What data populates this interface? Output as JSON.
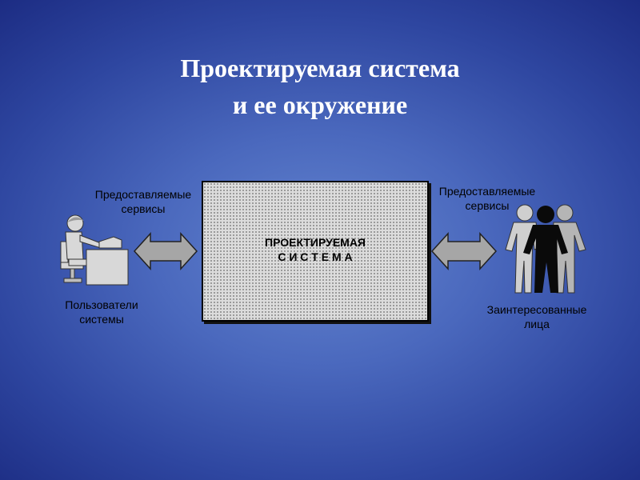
{
  "slide": {
    "title_line1": "Проектируемая система",
    "title_line2": "и ее окружение"
  },
  "diagram": {
    "system_line1": "ПРОЕКТИРУЕМАЯ",
    "system_line2": "С И С Т Е М А",
    "left_services_line1": "Предоставляемые",
    "left_services_line2": "сервисы",
    "right_services_line1": "Предоставляемые",
    "right_services_line2": "сервисы",
    "users_line1": "Пользователи",
    "users_line2": "системы",
    "stakeholders_line1": "Заинтересованные",
    "stakeholders_line2": "лица"
  },
  "colors": {
    "background_center": "#6384cf",
    "background_edge": "#1c2c83",
    "title_text": "#ffffff",
    "arrow_fill": "#a6a6a6",
    "box_fill": "#dcdcdc"
  },
  "icons": {
    "users": "computer-user-icon",
    "stakeholders": "people-group-icon"
  }
}
